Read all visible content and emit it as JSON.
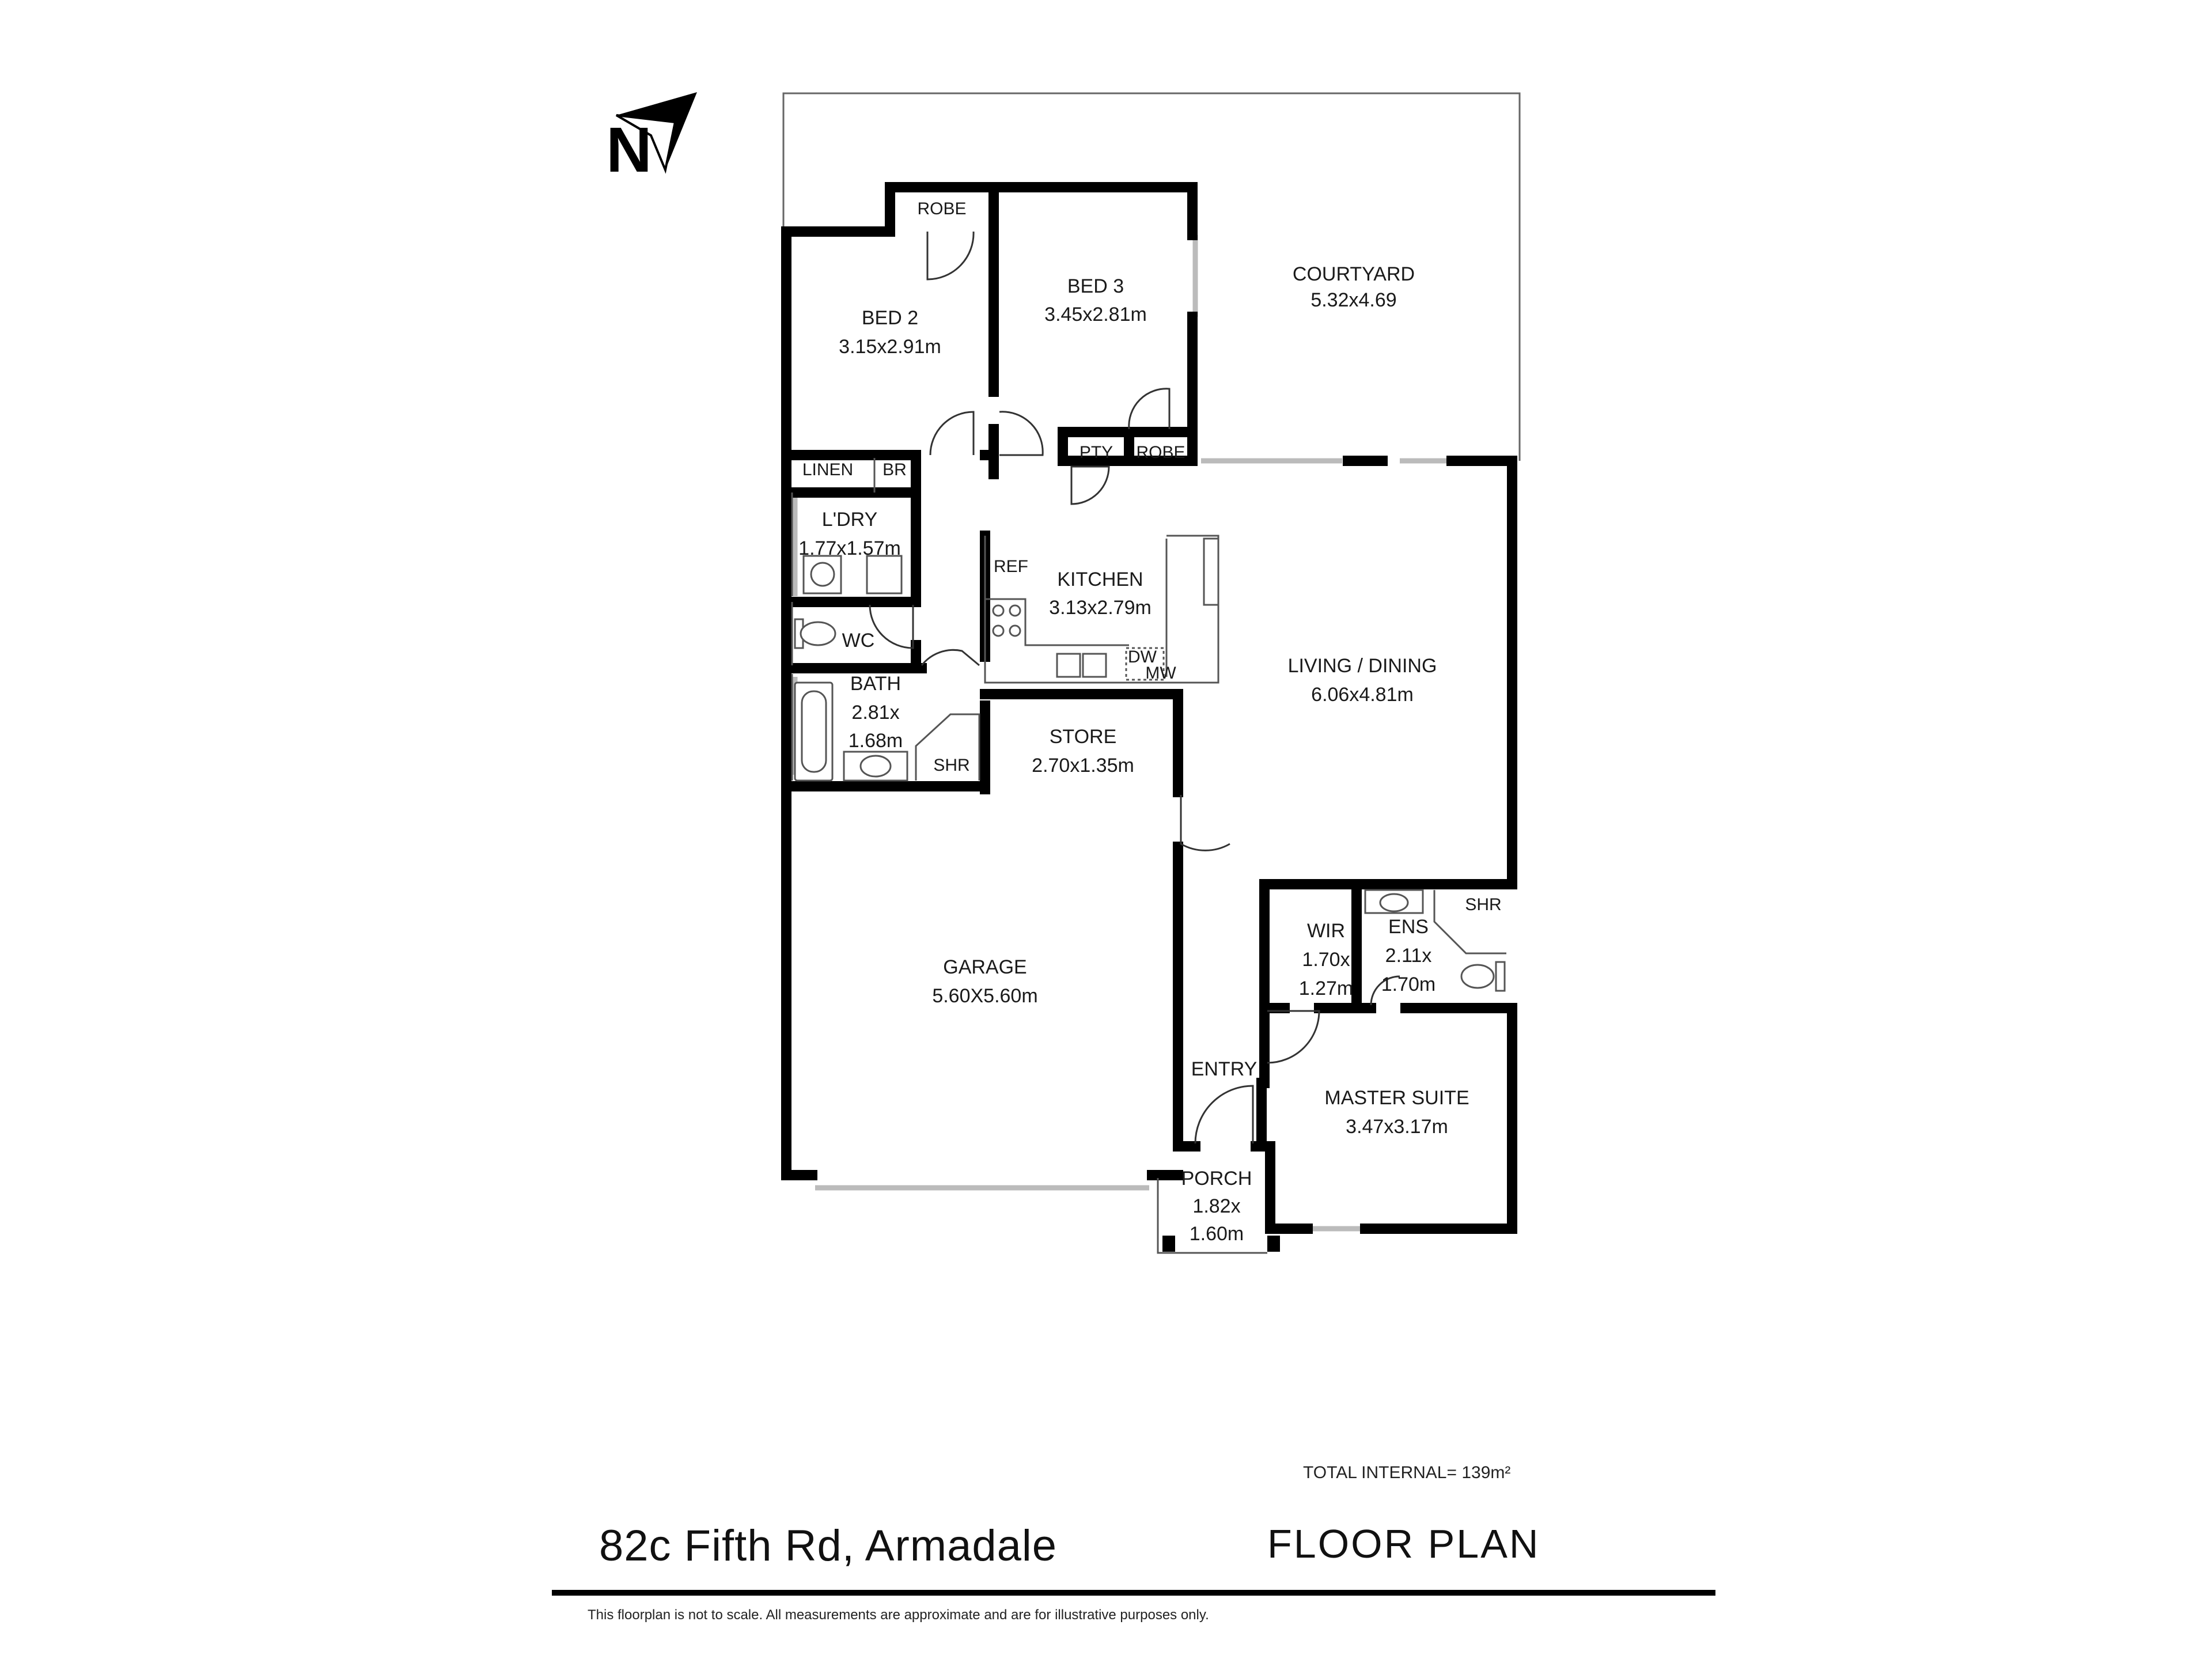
{
  "compass": {
    "label": "N",
    "icon": "north-arrow-icon"
  },
  "rooms": {
    "courtyard": {
      "name": "COURTYARD",
      "size": "5.32x4.69"
    },
    "bed2": {
      "name": "BED 2",
      "size": "3.15x2.91m"
    },
    "bed3": {
      "name": "BED 3",
      "size": "3.45x2.81m"
    },
    "robe_bed2": {
      "name": "ROBE"
    },
    "robe_bed3": {
      "name": "ROBE"
    },
    "pantry": {
      "name": "PTY"
    },
    "linen": {
      "name": "LINEN"
    },
    "br": {
      "name": "BR"
    },
    "laundry": {
      "name": "L'DRY",
      "size": "1.77x1.57m"
    },
    "wc": {
      "name": "WC"
    },
    "bath": {
      "name": "BATH",
      "size_line1": "2.81x",
      "size_line2": "1.68m"
    },
    "bath_shower": {
      "name": "SHR"
    },
    "kitchen": {
      "name": "KITCHEN",
      "size": "3.13x2.79m"
    },
    "fridge": {
      "name": "REF"
    },
    "dishwasher": {
      "name": "DW"
    },
    "microwave": {
      "name": "MW"
    },
    "living": {
      "name": "LIVING / DINING",
      "size": "6.06x4.81m"
    },
    "store": {
      "name": "STORE",
      "size": "2.70x1.35m"
    },
    "garage": {
      "name": "GARAGE",
      "size": "5.60X5.60m"
    },
    "wir": {
      "name": "WIR",
      "size_line1": "1.70x",
      "size_line2": "1.27m"
    },
    "ensuite": {
      "name": "ENS",
      "size_line1": "2.11x",
      "size_line2": "1.70m"
    },
    "ensuite_shower": {
      "name": "SHR"
    },
    "entry": {
      "name": "ENTRY"
    },
    "master": {
      "name": "MASTER SUITE",
      "size": "3.47x3.17m"
    },
    "porch": {
      "name": "PORCH",
      "size_line1": "1.82x",
      "size_line2": "1.60m"
    }
  },
  "total_internal": "TOTAL INTERNAL= 139m²",
  "footer": {
    "address": "82c Fifth Rd, Armadale",
    "title": "FLOOR PLAN",
    "disclaimer": "This floorplan is not to scale. All measurements are approximate and are for illustrative purposes only."
  }
}
